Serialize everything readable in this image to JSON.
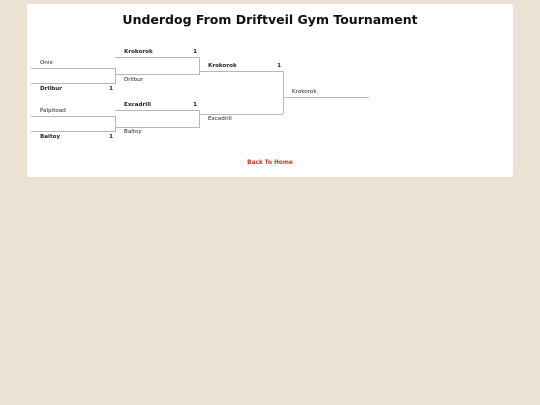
{
  "page": {
    "title": "Underdog From Driftveil Gym Tournament"
  },
  "bracket": {
    "round1": [
      {
        "top": {
          "name": "Onix",
          "score": ""
        },
        "bottom": {
          "name": "Drilbur",
          "score": "1"
        }
      },
      {
        "top": {
          "name": "Palpitoad",
          "score": ""
        },
        "bottom": {
          "name": "Baltoy",
          "score": "1"
        }
      }
    ],
    "round2": [
      {
        "top": {
          "name": "Krokorok",
          "score": "1"
        },
        "bottom": {
          "name": "Drilbur",
          "score": ""
        }
      },
      {
        "top": {
          "name": "Excadrill",
          "score": "1"
        },
        "bottom": {
          "name": "Baltoy",
          "score": ""
        }
      }
    ],
    "round3": [
      {
        "top": {
          "name": "Krokorok",
          "score": "1"
        },
        "bottom": {
          "name": "Excadrill",
          "score": ""
        }
      }
    ],
    "champion": {
      "name": "Krokorok"
    }
  },
  "footer": {
    "back_label": "Back To Home"
  },
  "colors": {
    "background": "#ece2d4",
    "card": "#ffffff",
    "link": "#c0392b",
    "line": "#b8b8b8"
  }
}
